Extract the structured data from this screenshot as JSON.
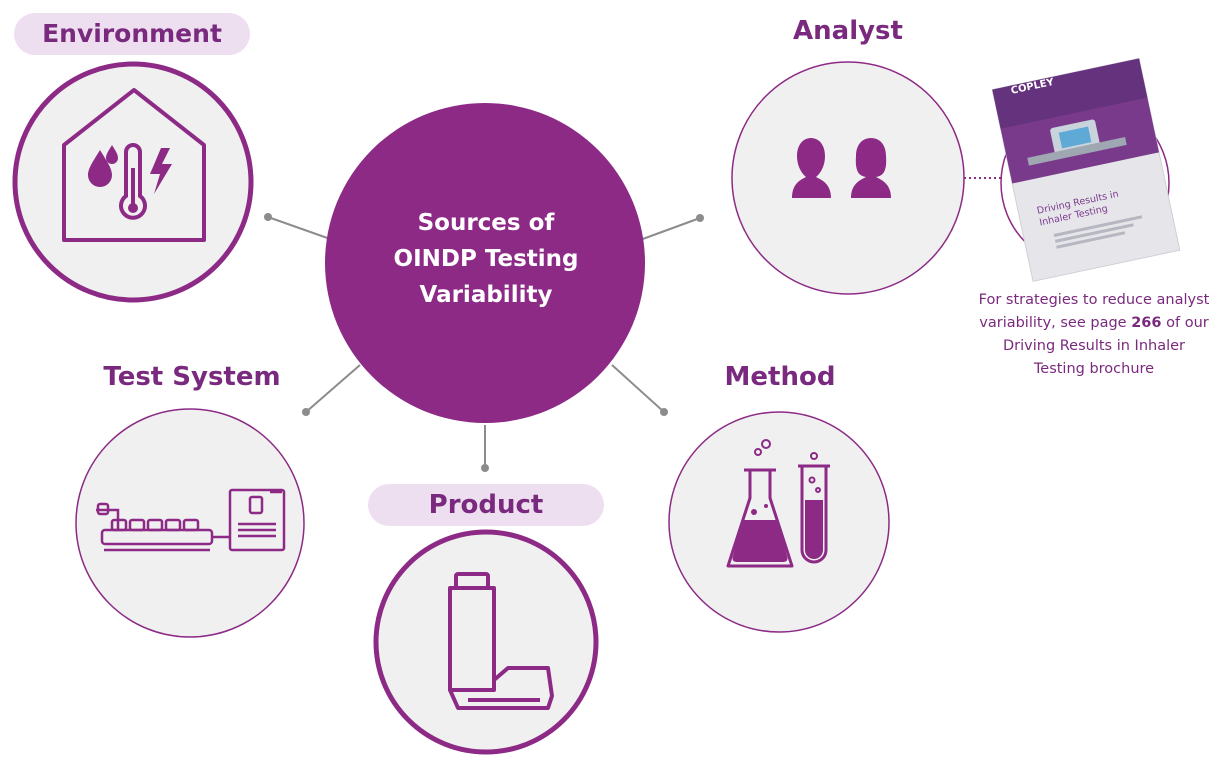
{
  "center": {
    "line1": "Sources of",
    "line2": "OINDP Testing",
    "line3": "Variability"
  },
  "nodes": {
    "environment": "Environment",
    "analyst": "Analyst",
    "test_system": "Test System",
    "product": "Product",
    "method": "Method"
  },
  "brochure": {
    "brand": "COPLEY",
    "cover_title_line1": "Driving Results in",
    "cover_title_line2": "Inhaler Testing"
  },
  "note": {
    "before": "For strategies to reduce analyst variability, see page ",
    "page": "266",
    "after": " of our Driving Results in Inhaler Testing brochure"
  },
  "colors": {
    "purple": "#8c2a86",
    "purple_dark": "#7a2a7e",
    "circle_fill": "#f0f0f0",
    "pill_fill": "#eedff0",
    "connector": "#8c8c8c"
  }
}
